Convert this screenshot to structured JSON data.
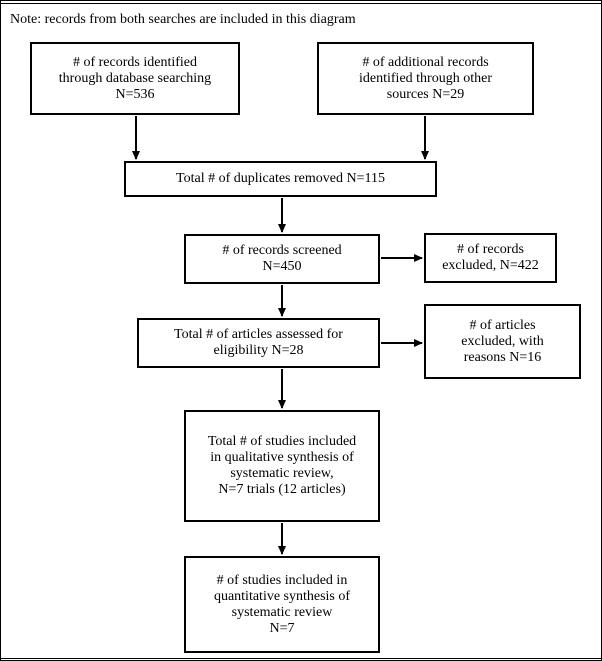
{
  "note": "Note: records from both searches are included in this diagram",
  "boxes": {
    "identified_database": "# of records identified\nthrough database searching\nN=536",
    "identified_other": "# of additional records\nidentified through other\nsources N=29",
    "duplicates_removed": "Total # of duplicates removed N=115",
    "screened": "# of records screened\nN=450",
    "excluded_records": "# of records\nexcluded, N=422",
    "assessed_eligibility": "Total # of articles assessed for\neligibility N=28",
    "excluded_articles": "# of articles\nexcluded, with\nreasons N=16",
    "qualitative": "Total # of studies included\nin qualitative synthesis of\nsystematic review,\nN=7 trials (12 articles)",
    "quantitative": "# of studies included in\nquantitative synthesis of\nsystematic review\nN=7"
  }
}
